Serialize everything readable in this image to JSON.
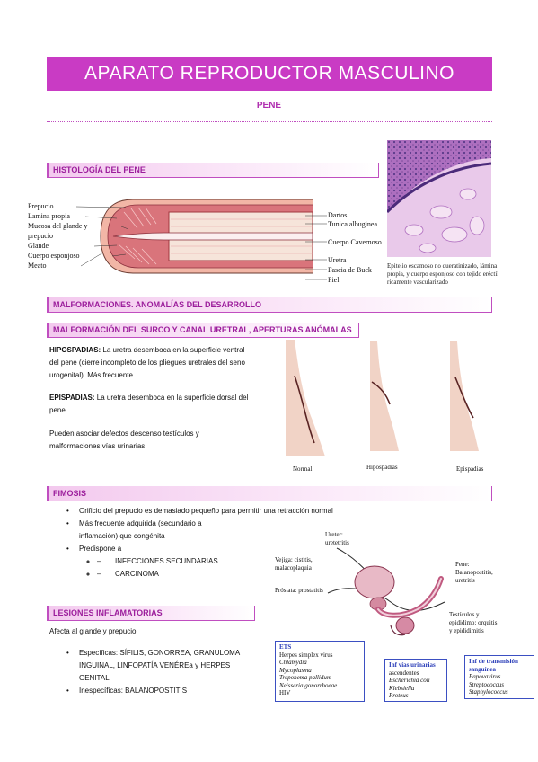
{
  "header": {
    "title": "APARATO REPRODUCTOR MASCULINO",
    "subtitle": "PENE"
  },
  "histologia": {
    "heading": "HISTOLOGÍA DEL PENE",
    "labels_left": [
      "Prepucio",
      "Lamina propia",
      "Mucosa del glande y",
      "prepucio",
      "Glande",
      "Cuerpo esponjoso",
      "Meato"
    ],
    "labels_right": [
      "Dartos",
      "Tunica albuginea",
      "Cuerpo Cavernoso",
      "Uretra",
      "Fascia de Buck",
      "Piel"
    ],
    "micro_caption": [
      "Epitelio escamoso no queratinizado, lámina",
      "propia,  y cuerpo esponjoso con tejido eréctil",
      "ricamente vascularizado"
    ]
  },
  "malformaciones": {
    "heading": "MALFORMACIONES. ANOMALÍAS DEL DESARROLLO",
    "subheading": "MALFORMACIÓN DEL SURCO Y CANAL URETRAL, APERTURAS ANÓMALAS",
    "hipo_label": "HIPOSPADIAS:",
    "hipo_text_1": " La uretra desemboca en la superficie ventral",
    "hipo_text_2": "del pene (cierre incompleto de los pliegues uretrales del seno",
    "hipo_text_3": "urogenital). Más frecuente",
    "epi_label": "EPISPADIAS:",
    "epi_text_1": " La uretra desemboca en la superficie dorsal del",
    "epi_text_2": "pene",
    "asoc_1": "Pueden asociar defectos descenso testículos y",
    "asoc_2": "malformaciones vías urinarias",
    "fig_labels": [
      "Normal",
      "Hipospadias",
      "Epispadias"
    ]
  },
  "fimosis": {
    "heading": "FIMOSIS",
    "b1": "Orificio del prepucio es demasiado pequeño para permitir una retracción normal",
    "b2a": "Más frecuente adquirida (secundario a",
    "b2b": "inflamación) que congénita",
    "b3": "Predispone a",
    "d1": "INFECCIONES SECUNDARIAS",
    "d2": "CARCINOMA"
  },
  "lesiones": {
    "heading": "LESIONES INFLAMATORIAS",
    "intro": "Afecta al glande y prepucio",
    "esp_label": "Específicas: ",
    "esp_text_1": "SÍFILIS, GONORREA, GRANULOMA",
    "esp_text_2": "INGUINAL, LINFOPATÍA VENÉREa",
    "esp_y": " y ",
    "esp_text_3": "HERPES",
    "esp_text_4": "GENITAL",
    "inesp_label": "Inespecíficas: ",
    "inesp_text": "BALANOPOSTITIS"
  },
  "diagrama": {
    "ureter_1": "Ureter:",
    "ureter_2": "uretetritis",
    "vejiga_1": "Vejiga: cistitis,",
    "vejiga_2": "malacoplaquia",
    "prostata": "Próstata: prostatitis",
    "pene_1": "Pene:",
    "pene_2": "Balanopostitis,",
    "pene_3": "uretritis",
    "test_1": "Testículos y",
    "test_2": "epididimo: orquitis",
    "test_3": "y epididimitis"
  },
  "boxes": {
    "ets_title": "ETS",
    "ets_items": [
      "Herpes simplex virus",
      "Chlamydia",
      "Mycoplasma",
      "Treponema pallidum",
      "Neisseria gonorrhoeae",
      "HIV"
    ],
    "urin_title": "Inf vías urinarias",
    "urin_items": [
      "ascendentes",
      "Escherichia coli",
      "Klebsiella",
      "Proteus"
    ],
    "sang_title_1": "Inf de transmisión",
    "sang_title_2": "sanguínea",
    "sang_items": [
      "Papovavirus",
      "Streptococcus",
      "Staphylococcus"
    ]
  },
  "colors": {
    "accent": "#c93bc4",
    "heading_text": "#9c1e9c",
    "box_border": "#3b4fc2"
  }
}
